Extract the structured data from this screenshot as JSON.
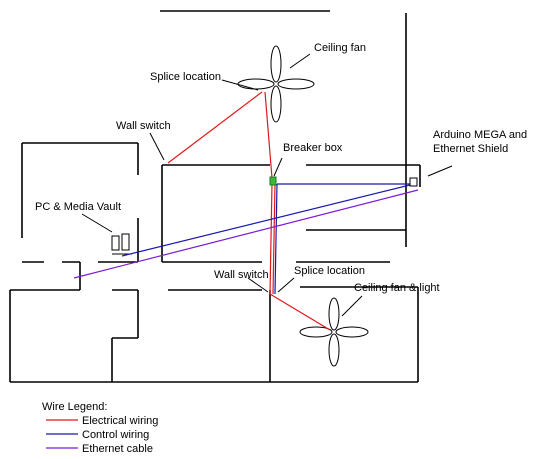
{
  "labels": {
    "ceiling_fan": "Ceiling fan",
    "splice_location_top": "Splice location",
    "wall_switch_top": "Wall switch",
    "breaker_box": "Breaker box",
    "arduino": "Arduino MEGA and",
    "arduino_line2": "Ethernet Shield",
    "pc_media_vault": "PC & Media Vault",
    "wall_switch_bottom": "Wall switch",
    "splice_location_bottom": "Splice location",
    "ceiling_fan_light": "Ceiling fan & light"
  },
  "legend": {
    "title": "Wire Legend:",
    "items": [
      {
        "label": "Electrical wiring",
        "color": "#e01818"
      },
      {
        "label": "Control wiring",
        "color": "#1a1aa8"
      },
      {
        "label": "Ethernet cable",
        "color": "#7a1ad6"
      }
    ]
  },
  "colors": {
    "electrical": "#e01818",
    "control": "#1a1aa8",
    "ethernet": "#7a1ad6",
    "breaker_box": "#3ab83a",
    "walls": "#000000"
  }
}
